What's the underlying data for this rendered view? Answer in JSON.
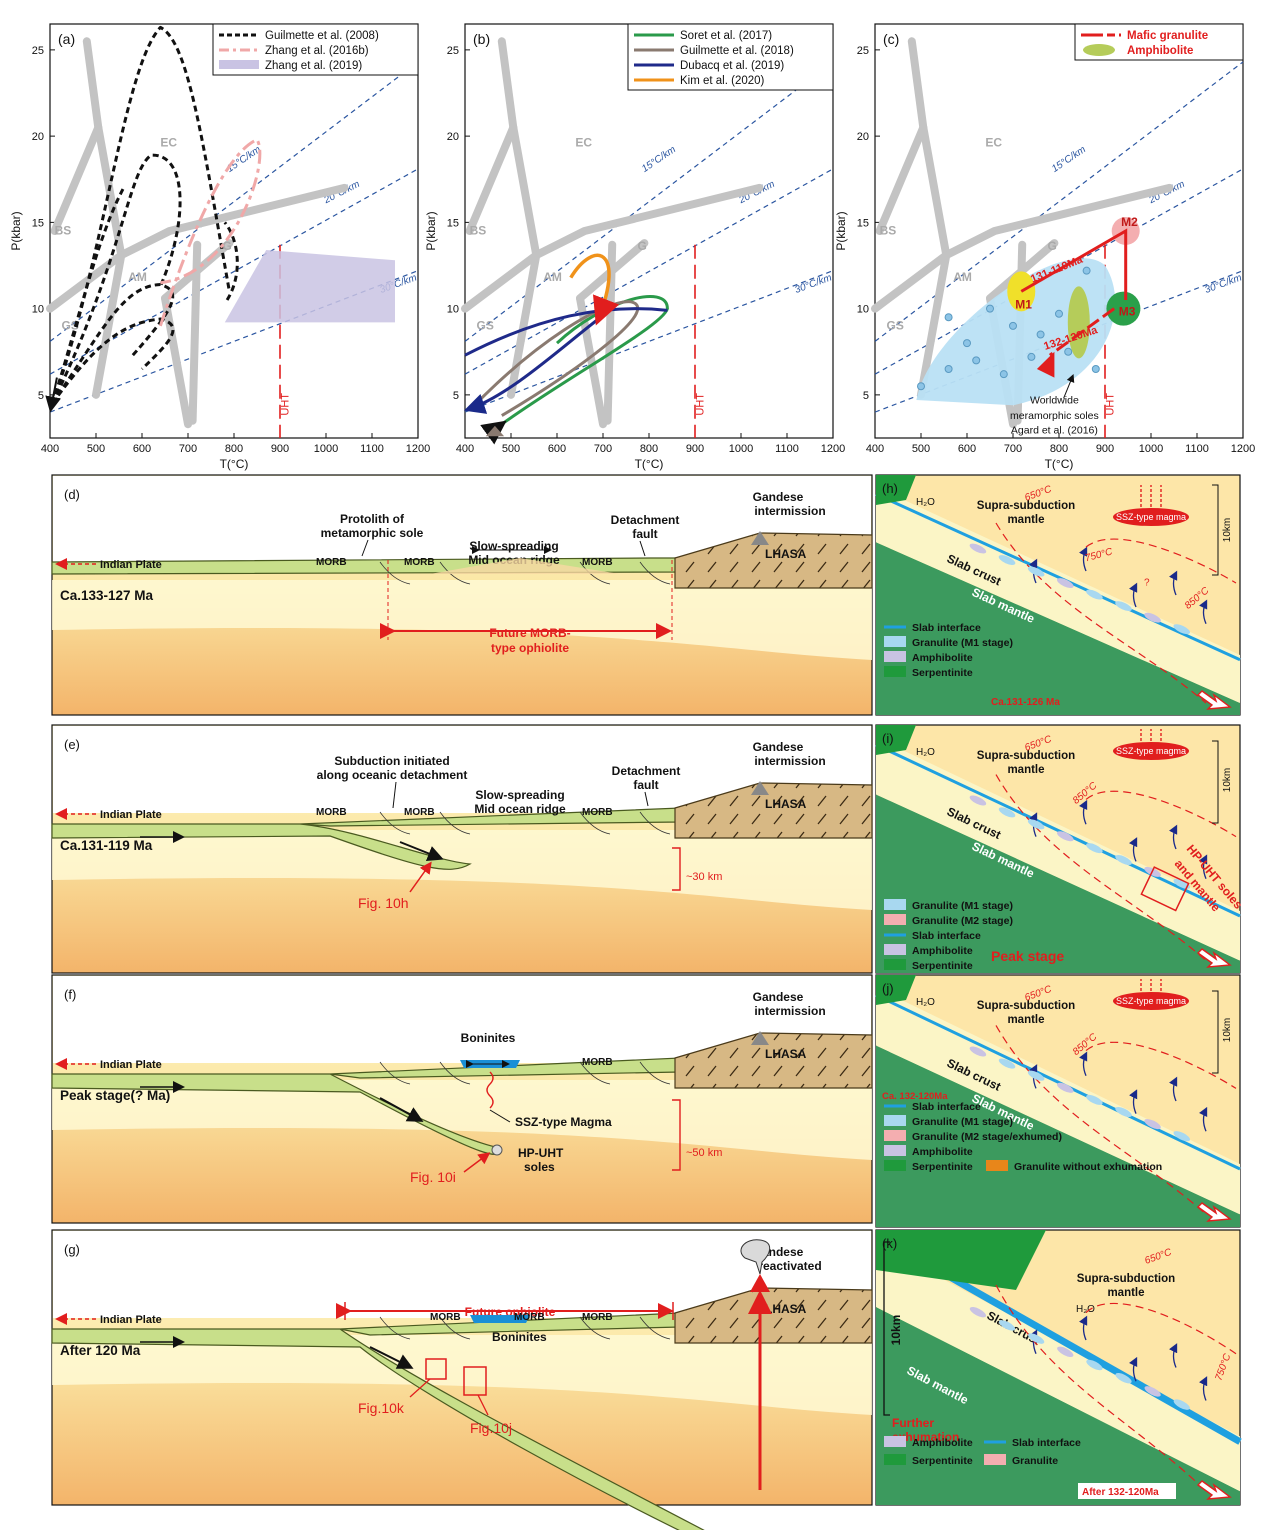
{
  "pt": {
    "panels": [
      {
        "label": "(a)",
        "legend": [
          {
            "name": "Guilmette et al. (2008)",
            "color": "#111111",
            "style": "dash"
          },
          {
            "name": "Zhang et al. (2016b)",
            "color": "#f0a8a8",
            "style": "dashdot"
          },
          {
            "name": "Zhang et al. (2019)",
            "color": "#c9c3e3",
            "style": "band"
          }
        ]
      },
      {
        "label": "(b)",
        "legend": [
          {
            "name": "Soret et al. (2017)",
            "color": "#2a9a4a",
            "style": "solid"
          },
          {
            "name": "Guilmette et al. (2018)",
            "color": "#8a7a70",
            "style": "solid"
          },
          {
            "name": "Dubacq et al. (2019)",
            "color": "#1f2a8a",
            "style": "solid"
          },
          {
            "name": "Kim et al. (2020)",
            "color": "#f0921a",
            "style": "solid"
          }
        ]
      },
      {
        "label": "(c)",
        "legend": [
          {
            "name": "Mafic granulite",
            "color": "#e11e1e",
            "style": "redline"
          },
          {
            "name": "Amphibolite",
            "color": "#b5cc5a",
            "style": "ellipse"
          }
        ]
      }
    ],
    "axis": {
      "xlabel": "T(°C)",
      "ylabel": "P(kbar)",
      "xticks": [
        "400",
        "500",
        "600",
        "700",
        "800",
        "900",
        "1000",
        "1100",
        "1200"
      ],
      "yticks": [
        "5",
        "10",
        "15",
        "20",
        "25"
      ]
    },
    "facies": {
      "ec": "EC",
      "bs": "BS",
      "am": "AM",
      "gs": "GS",
      "g": "G"
    },
    "gradients": {
      "g15": "15°C/km",
      "g20": "20°C/km",
      "g30": "30°C/km"
    },
    "uht": "UHT",
    "c_labels": {
      "m1": "M1",
      "m2": "M2",
      "m3": "M3",
      "p1": "131-119Ma",
      "p2": "132-120Ma",
      "soles1": "Worldwide",
      "soles2": "meramorphic soles",
      "soles3": "Agard et al. (2016)"
    }
  },
  "sections": {
    "d": {
      "label": "(d)",
      "age": "Ca.133-127 Ma",
      "plate": "Indian Plate",
      "lhasa": "LHASA",
      "gandese1": "Gandese",
      "gandese2": "intermission",
      "protolith1": "Protolith of",
      "protolith2": "metamorphic sole",
      "ridge1": "Slow-spreading",
      "ridge2": "Mid ocean ridge",
      "detach1": "Detachment",
      "detach2": "fault",
      "morb": "MORB",
      "future1": "Future MORB-",
      "future2": "type ophiolite"
    },
    "e": {
      "label": "(e)",
      "age": "Ca.131-119 Ma",
      "plate": "Indian Plate",
      "lhasa": "LHASA",
      "gandese1": "Gandese",
      "gandese2": "intermission",
      "sub1": "Subduction initiated",
      "sub2": "along oceanic detachment",
      "ridge1": "Slow-spreading",
      "ridge2": "Mid ocean ridge",
      "detach1": "Detachment",
      "detach2": "fault",
      "morb": "MORB",
      "depth": "~30 km",
      "fig": "Fig. 10h"
    },
    "f": {
      "label": "(f)",
      "age": "Peak stage(? Ma)",
      "plate": "Indian Plate",
      "lhasa": "LHASA",
      "gandese1": "Gandese",
      "gandese2": "intermission",
      "boninites": "Boninites",
      "ssz": "SSZ-type Magma",
      "soles1": "HP-UHT",
      "soles2": "soles",
      "morb": "MORB",
      "depth": "~50 km",
      "fig": "Fig. 10i"
    },
    "g": {
      "label": "(g)",
      "age": "After 120 Ma",
      "plate": "Indian Plate",
      "lhasa": "LHASA",
      "gandese1": "Gandese",
      "gandese2": "reactivated",
      "future": "Future ophiolite",
      "boninites": "Boninites",
      "morb": "MORB",
      "figk": "Fig.10k",
      "figj": "Fig.10j"
    }
  },
  "zooms": {
    "h": {
      "label": "(h)",
      "mantle1": "Supra-subduction",
      "mantle2": "mantle",
      "ssz": "SSZ-type magma",
      "crust": "Slab crust",
      "slabmantle": "Slab mantle",
      "h2o": "H₂O",
      "scale": "10km",
      "t650": "650°C",
      "t750": "750°C",
      "t850": "850°C",
      "q": "?",
      "age": "Ca.131-126 Ma",
      "legend": [
        {
          "t": "Slab interface"
        },
        {
          "t": "Granulite (M1 stage)"
        },
        {
          "t": "Amphibolite"
        },
        {
          "t": "Serpentinite"
        }
      ]
    },
    "i": {
      "label": "(i)",
      "mantle1": "Supra-subduction",
      "mantle2": "mantle",
      "ssz": "SSZ-type magma",
      "crust": "Slab crust",
      "slabmantle": "Slab mantle",
      "h2o": "H₂O",
      "scale": "10km",
      "t650": "650°C",
      "t850": "850°C",
      "soles1": "HP-UHT soles",
      "soles2": "and mantle",
      "stage": "Peak stage",
      "legend": [
        {
          "t": "Granulite (M1 stage)"
        },
        {
          "t": "Granulite (M2 stage)"
        },
        {
          "t": "Slab interface"
        },
        {
          "t": "Amphibolite"
        },
        {
          "t": "Serpentinite"
        }
      ]
    },
    "j": {
      "label": "(j)",
      "mantle1": "Supra-subduction",
      "mantle2": "mantle",
      "ssz": "SSZ-type magma",
      "crust": "Slab crust",
      "slabmantle": "Slab mantle",
      "h2o": "H₂O",
      "scale": "10km",
      "t650": "650°C",
      "t850": "850°C",
      "age": "Ca. 132-120Ma",
      "legend": [
        {
          "t": "Slab interface"
        },
        {
          "t": "Granulite (M1 stage)"
        },
        {
          "t": "Granulite (M2 stage/exhumed)"
        },
        {
          "t": "Amphibolite"
        },
        {
          "t": "Serpentinite"
        },
        {
          "t": "Granulite without exhumation"
        }
      ]
    },
    "k": {
      "label": "(k)",
      "mantle1": "Supra-subduction",
      "mantle2": "mantle",
      "crust": "Slab crust",
      "slabmantle": "Slab mantle",
      "h2o": "H₂O",
      "scale": "10km",
      "t650": "650°C",
      "t750": "750°C",
      "exh1": "Further",
      "exh2": "exhumation",
      "age": "After 132-120Ma",
      "legend": [
        {
          "t": "Amphibolite"
        },
        {
          "t": "Slab interface"
        },
        {
          "t": "Serpentinite"
        },
        {
          "t": "Granulite"
        }
      ]
    }
  }
}
